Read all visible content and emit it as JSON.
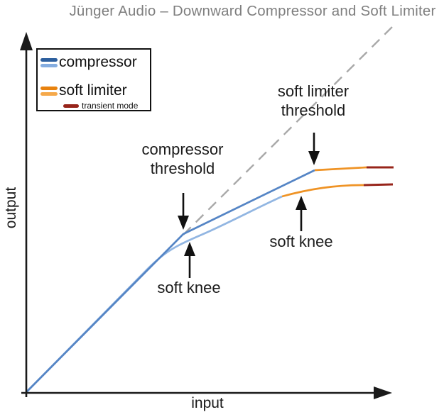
{
  "title": "Jünger Audio – Downward Compressor and Soft Limiter",
  "axes": {
    "x_label": "input",
    "y_label": "output"
  },
  "legend": {
    "items": [
      {
        "label": "compressor",
        "swatch_colors": [
          "#2d5f9e",
          "#85ade0"
        ]
      },
      {
        "label": "soft limiter",
        "swatch_colors": [
          "#e8820e",
          "#f5a94b"
        ]
      },
      {
        "label": "transient mode",
        "swatch_colors": [
          "#97241a"
        ]
      }
    ]
  },
  "annotations": {
    "soft_limiter_threshold": "soft limiter threshold",
    "compressor_threshold": "compressor threshold",
    "soft_knee_left": "soft knee",
    "soft_knee_right": "soft knee"
  },
  "colors": {
    "blue_curve": "#5585c5",
    "blue_soft_curve": "#92b6e2",
    "orange_curve": "#ef9325",
    "transient_red": "#97241a",
    "unity_dash_gray": "#a8a8a8",
    "axis_black": "#1a1a1a",
    "title_gray": "#7f7f7f"
  },
  "chart_data": {
    "type": "line",
    "title": "Jünger Audio – Downward Compressor and Soft Limiter",
    "xlabel": "input",
    "ylabel": "output",
    "xlim": [
      0,
      100
    ],
    "ylim": [
      0,
      100
    ],
    "grid": false,
    "legend_position": "top-left",
    "note": "Conceptual transfer-curve diagram; axes have no tick labels. Coordinates are normalized 0-100 estimates read from the figure.",
    "series": [
      {
        "name": "unity gain (dashed reference)",
        "style": "dashed gray",
        "points": [
          [
            0,
            0
          ],
          [
            100,
            100
          ]
        ]
      },
      {
        "name": "compressor (hard knee)",
        "style": "blue",
        "points": [
          [
            0,
            0
          ],
          [
            43,
            44
          ],
          [
            79,
            62
          ]
        ]
      },
      {
        "name": "soft limiter (hard knee)",
        "style": "orange",
        "points": [
          [
            79,
            62
          ],
          [
            93,
            62.6
          ]
        ]
      },
      {
        "name": "transient mode upper",
        "style": "dark red",
        "points": [
          [
            93,
            62.6
          ],
          [
            100,
            62.6
          ]
        ]
      },
      {
        "name": "compressor (soft knee)",
        "style": "light blue",
        "points": [
          [
            0,
            0
          ],
          [
            34,
            36
          ],
          [
            45,
            41
          ],
          [
            57,
            48
          ],
          [
            70,
            54.5
          ]
        ]
      },
      {
        "name": "soft limiter (soft knee)",
        "style": "orange",
        "points": [
          [
            70,
            54.5
          ],
          [
            81,
            57
          ],
          [
            92,
            57.7
          ]
        ]
      },
      {
        "name": "transient mode lower",
        "style": "dark red",
        "points": [
          [
            92,
            57.7
          ],
          [
            100,
            57.9
          ]
        ]
      }
    ],
    "annotations": [
      {
        "text": "compressor threshold",
        "arrow": "down",
        "target": [
          43,
          44
        ]
      },
      {
        "text": "soft limiter threshold",
        "arrow": "down",
        "target": [
          79,
          62
        ]
      },
      {
        "text": "soft knee",
        "arrow": "up",
        "target": [
          45,
          41
        ]
      },
      {
        "text": "soft knee",
        "arrow": "up",
        "target": [
          75,
          55
        ]
      }
    ]
  }
}
